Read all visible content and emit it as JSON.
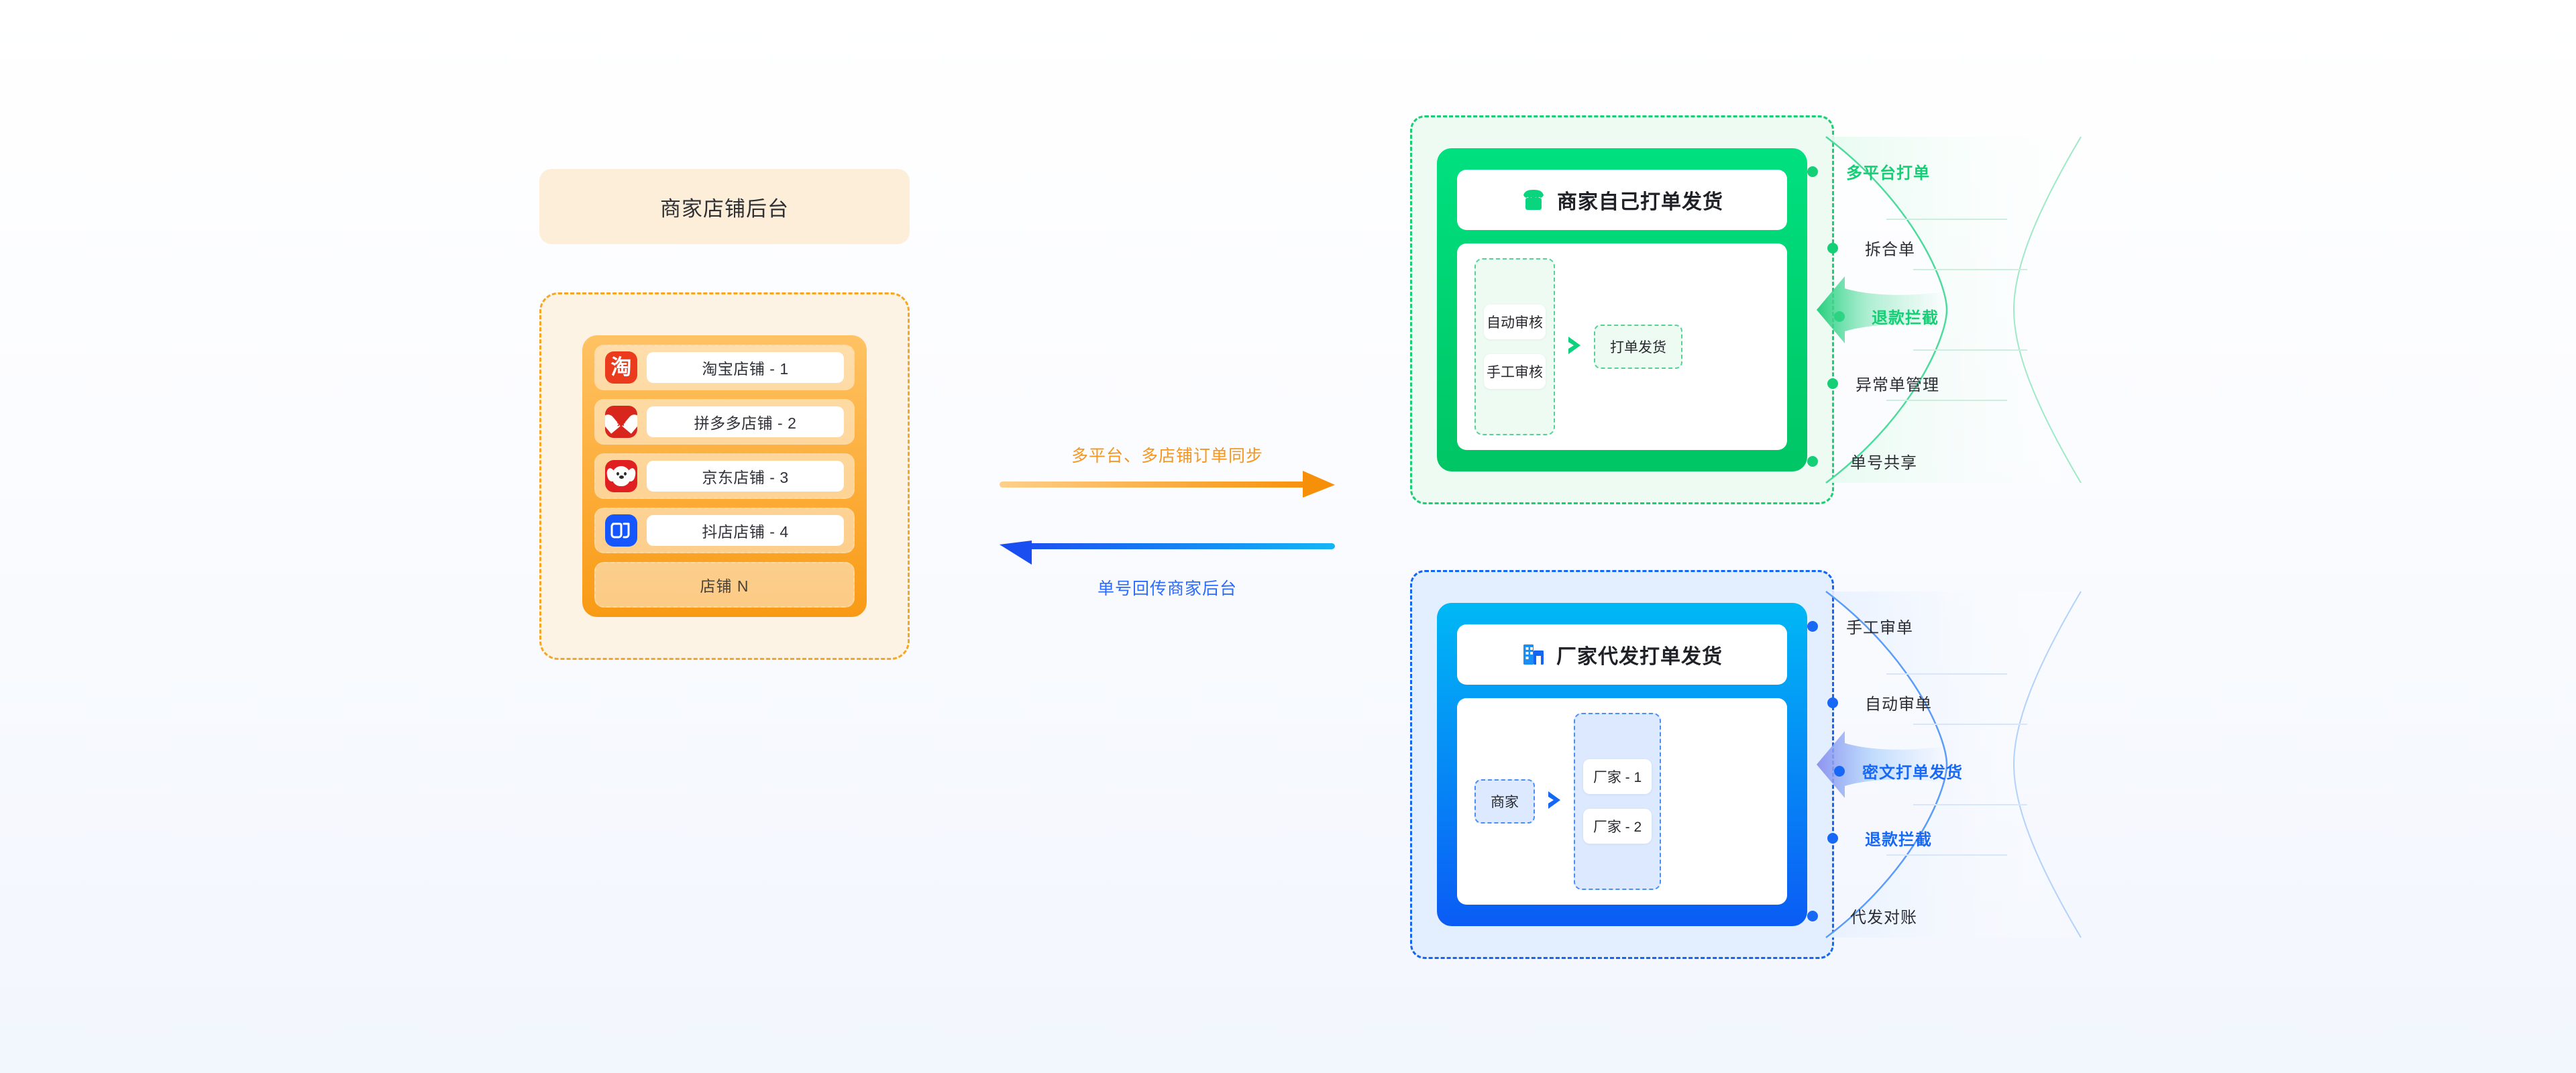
{
  "colors": {
    "orange_accent": "#f7951d",
    "orange_dash": "#f5a623",
    "orange_panel_top": "#ffc263",
    "orange_panel_bottom": "#f99a14",
    "green_accent": "#15cf76",
    "green_card_top": "#00e07f",
    "green_card_bottom": "#00c565",
    "blue_accent": "#1768f5",
    "blue_card_top": "#00b8f5",
    "blue_card_bottom": "#0b5cf5",
    "background": "#f2f6fd"
  },
  "left": {
    "backend_title": "商家店铺后台",
    "shops": [
      {
        "icon": "taobao-icon",
        "icon_glyph": "淘",
        "name": "淘宝店铺 - 1"
      },
      {
        "icon": "pinduoduo-icon",
        "icon_glyph": "拼",
        "name": "拼多多店铺 - 2"
      },
      {
        "icon": "jingdong-icon",
        "icon_glyph": "",
        "name": "京东店铺 - 3"
      },
      {
        "icon": "doudian-icon",
        "icon_glyph": "d",
        "name": "抖店店铺 - 4"
      }
    ],
    "shop_n_label": "店铺 N"
  },
  "center": {
    "forward_label": "多平台、多店铺订单同步",
    "back_label": "单号回传商家后台"
  },
  "green": {
    "header_icon": "storefront-icon",
    "header_label": "商家自己打单发货",
    "review_options": [
      "自动审核",
      "手工审核"
    ],
    "result_label": "打单发货",
    "features": [
      {
        "label": "多平台打单",
        "accent": true
      },
      {
        "label": "拆合单",
        "accent": false
      },
      {
        "label": "退款拦截",
        "accent": true
      },
      {
        "label": "异常单管理",
        "accent": false
      },
      {
        "label": "单号共享",
        "accent": false
      }
    ]
  },
  "blue": {
    "header_icon": "factory-building-icon",
    "header_label": "厂家代发打单发货",
    "source_label": "商家",
    "factories": [
      "厂家 - 1",
      "厂家 - 2"
    ],
    "features": [
      {
        "label": "手工审单",
        "accent": false
      },
      {
        "label": "自动审单",
        "accent": false
      },
      {
        "label": "密文打单发货",
        "accent": true
      },
      {
        "label": "退款拦截",
        "accent": true
      },
      {
        "label": "代发对账",
        "accent": false
      }
    ]
  }
}
